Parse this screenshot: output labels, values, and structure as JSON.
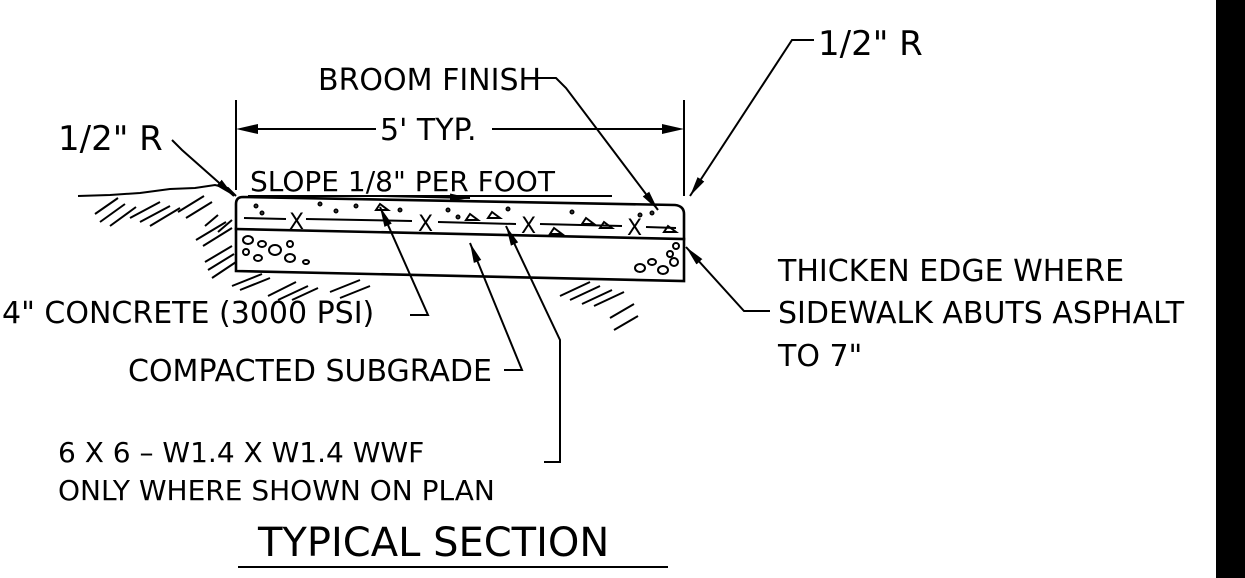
{
  "labels": {
    "radius_right": "1/2\" R",
    "broom_finish": "BROOM FINISH",
    "radius_left": "1/2\" R",
    "width_typ": "5' TYP.",
    "slope": "SLOPE 1/8\" PER FOOT",
    "concrete": "4\" CONCRETE (3000 PSI)",
    "subgrade": "COMPACTED SUBGRADE",
    "wwf_line1": "6 X 6 – W1.4 X W1.4 WWF",
    "wwf_line2": "ONLY WHERE SHOWN ON PLAN",
    "thicken_line1": "THICKEN EDGE WHERE",
    "thicken_line2": "SIDEWALK ABUTS ASPHALT",
    "thicken_line3": "TO 7\"",
    "title": "TYPICAL SECTION"
  },
  "mesh_marker": "X",
  "colors": {
    "ink": "#000000",
    "background": "#ffffff"
  }
}
